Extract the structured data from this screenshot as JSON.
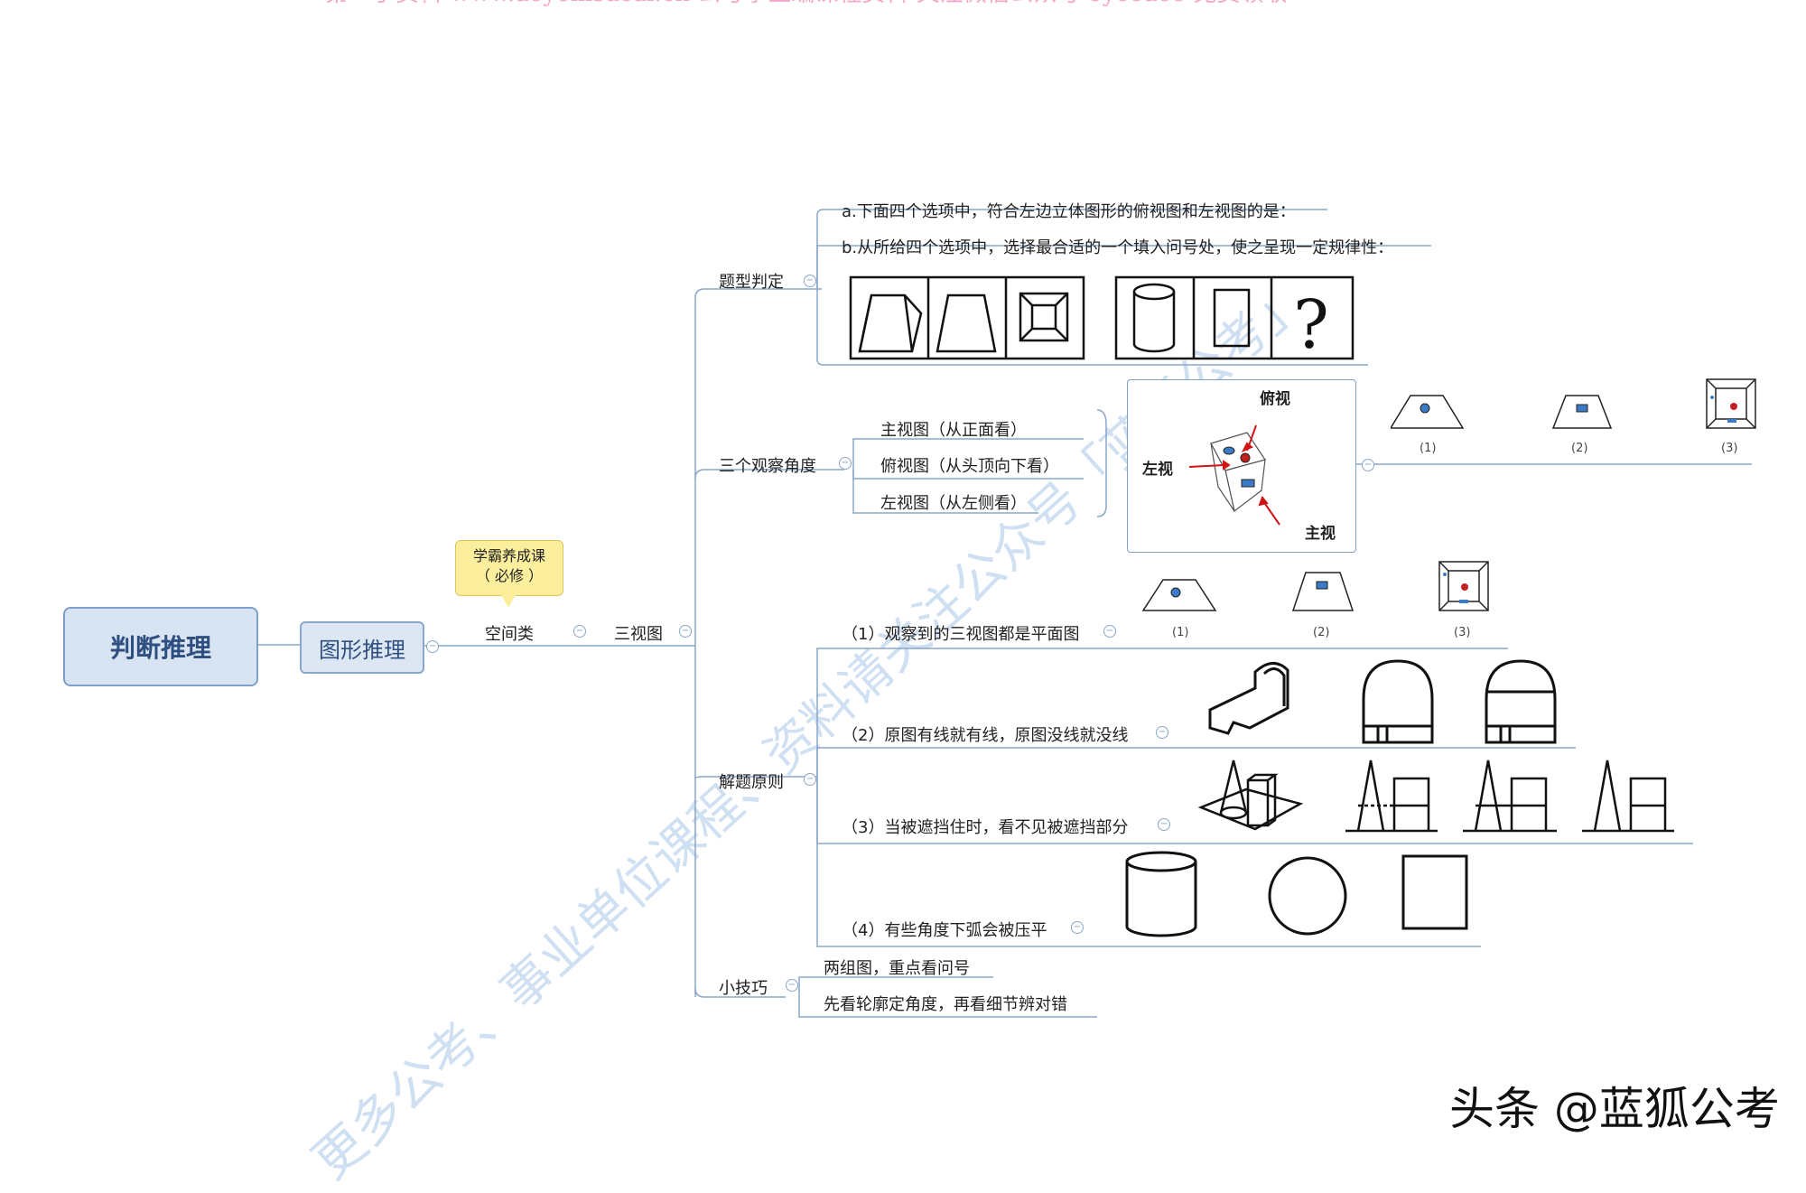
{
  "watermark_top": "第一手资料 www.aoyemsucai.cn 公考事业编课程资料 关注微信公众号 oyeoaoo 免费领取",
  "watermark_diag": "更多公考、事业单位课程、资料请关注公众号「蓝狐公考」",
  "brand": "头条 @蓝狐公考",
  "root": "判断推理",
  "sub": "图形推理",
  "callout_line1": "学霸养成课",
  "callout_line2": "（ 必修 ）",
  "node_space": "空间类",
  "node_three": "三视图",
  "branches": {
    "type_judge": "题型判定",
    "angles": "三个观察角度",
    "principles": "解题原则",
    "tips": "小技巧"
  },
  "type_judge": {
    "a": "a.下面四个选项中，符合左边立体图形的俯视图和左视图的是：",
    "b": "b.从所给四个选项中，选择最合适的一个填入问号处，使之呈现一定规律性："
  },
  "angles": {
    "front": "主视图（从正面看）",
    "top": "俯视图（从头顶向下看）",
    "left": "左视图（从左侧看）",
    "diagram_top": "俯视",
    "diagram_left": "左视",
    "diagram_front": "主视",
    "labels": [
      "(1)",
      "(2)",
      "(3)"
    ]
  },
  "principles": {
    "p1": "（1）观察到的三视图都是平面图",
    "p2": "（2）原图有线就有线，原图没线就没线",
    "p3": "（3）当被遮挡住时，看不见被遮挡部分",
    "p4": "（4）有些角度下弧会被压平",
    "labels": [
      "(1)",
      "(2)",
      "(3)"
    ]
  },
  "tips": {
    "t1": "两组图，重点看问号",
    "t2": "先看轮廓定角度，再看细节辨对错"
  },
  "question_mark": "?",
  "toggle": "−"
}
